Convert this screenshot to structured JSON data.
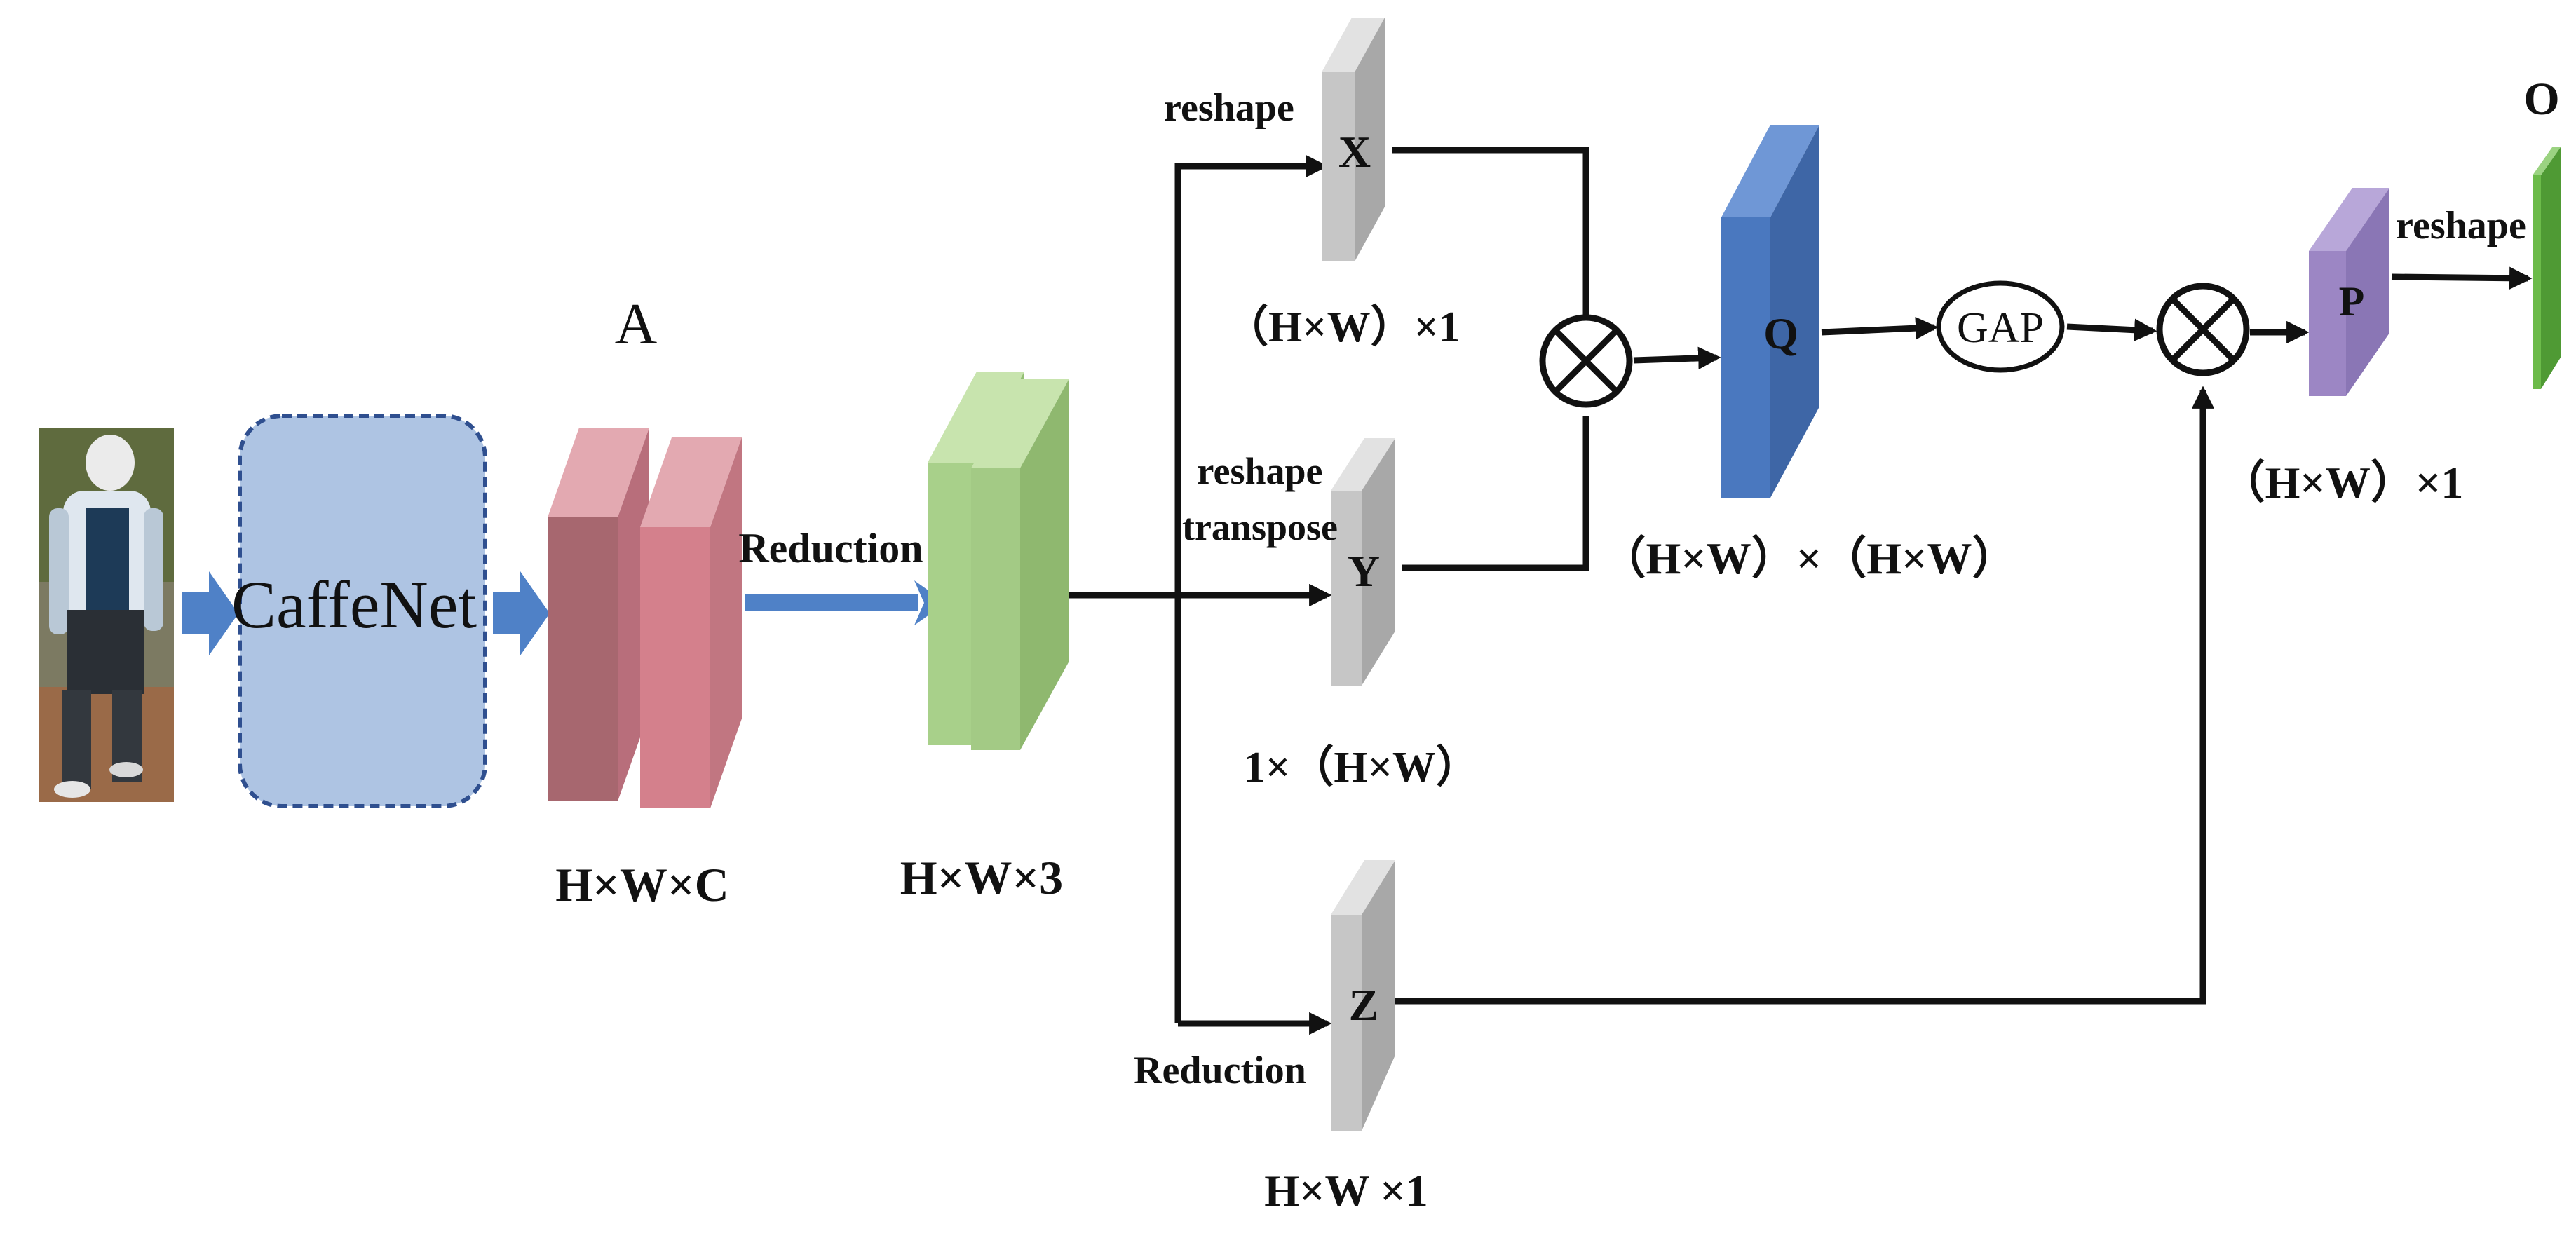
{
  "backbone": {
    "label": "CaffeNet"
  },
  "feature_a": {
    "title": "A",
    "dims": "H×W×C"
  },
  "reduction_top": {
    "label": "Reduction"
  },
  "feature_reduced": {
    "dims": "H×W×3"
  },
  "branch_x": {
    "op": "reshape",
    "letter": "X",
    "dims": "（H×W）×1"
  },
  "branch_y": {
    "op_line1": "reshape",
    "op_line2": "transpose",
    "letter": "Y",
    "dims": "1×（H×W）"
  },
  "branch_z": {
    "op": "Reduction",
    "letter": "Z",
    "dims": "H×W ×1"
  },
  "matrix_q": {
    "letter": "Q",
    "dims": "（H×W）×（H×W）"
  },
  "gap": {
    "label": "GAP"
  },
  "vector_p": {
    "letter": "P",
    "dims": "（H×W）×1"
  },
  "output": {
    "op": "reshape",
    "letter": "O"
  },
  "colors": {
    "arrow_blue": "#4f81c7",
    "caffenet_fill": "#aec4e3",
    "caffenet_border": "#2f4f8f",
    "feature_a": "#d4808c",
    "feature_reduced": "#a8d08a",
    "xyz_gray": "#c6c6c6",
    "q_blue": "#4a78bf",
    "p_purple": "#9c86c4",
    "o_green": "#6cbb4a",
    "qp_letter": "#f2a41b"
  }
}
